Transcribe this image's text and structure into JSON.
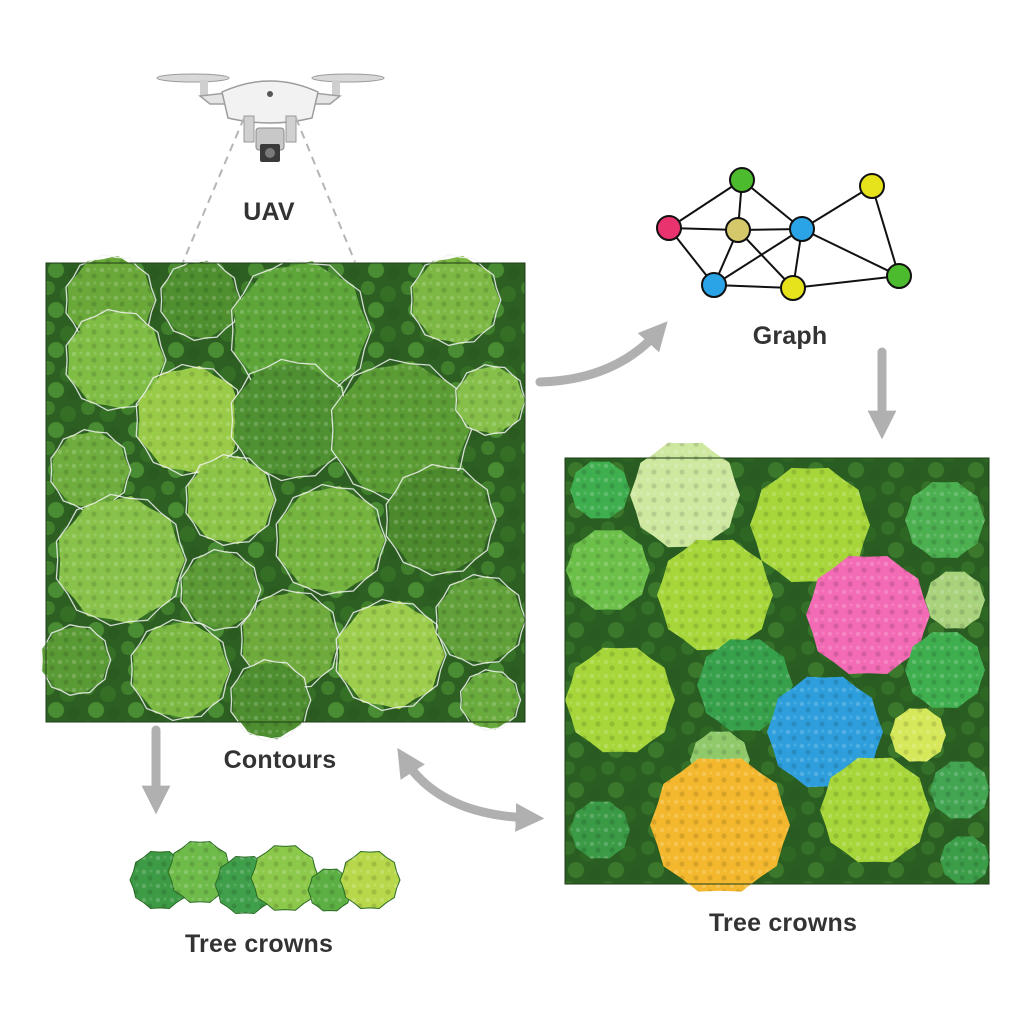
{
  "labels": {
    "uav": "UAV",
    "graph": "Graph",
    "contours": "Contours",
    "tree_crowns_left": "Tree crowns",
    "tree_crowns_right": "Tree crowns"
  },
  "colors": {
    "background": "#ffffff",
    "label_text": "#333333",
    "arrow": "#b0b0b0",
    "canopy_dark": "#1f4a1a",
    "canopy_mid": "#3d7d2a",
    "canopy_light": "#8cc43a",
    "contour_line": "#f2f2f2",
    "node_pink": "#e8336f",
    "node_green": "#4cbb2e",
    "node_olive": "#d4c86a",
    "node_blue": "#2aa4e6",
    "node_yellow": "#e6e21c",
    "crown_pink": "#f26bb4",
    "crown_blue": "#2e9fdc",
    "crown_yellow": "#f4b82e",
    "crown_lime": "#a6d63a",
    "crown_pale": "#cfe8a0",
    "crown_green": "#3fae4f"
  },
  "icons": [
    "drone-icon",
    "camera-icon"
  ]
}
